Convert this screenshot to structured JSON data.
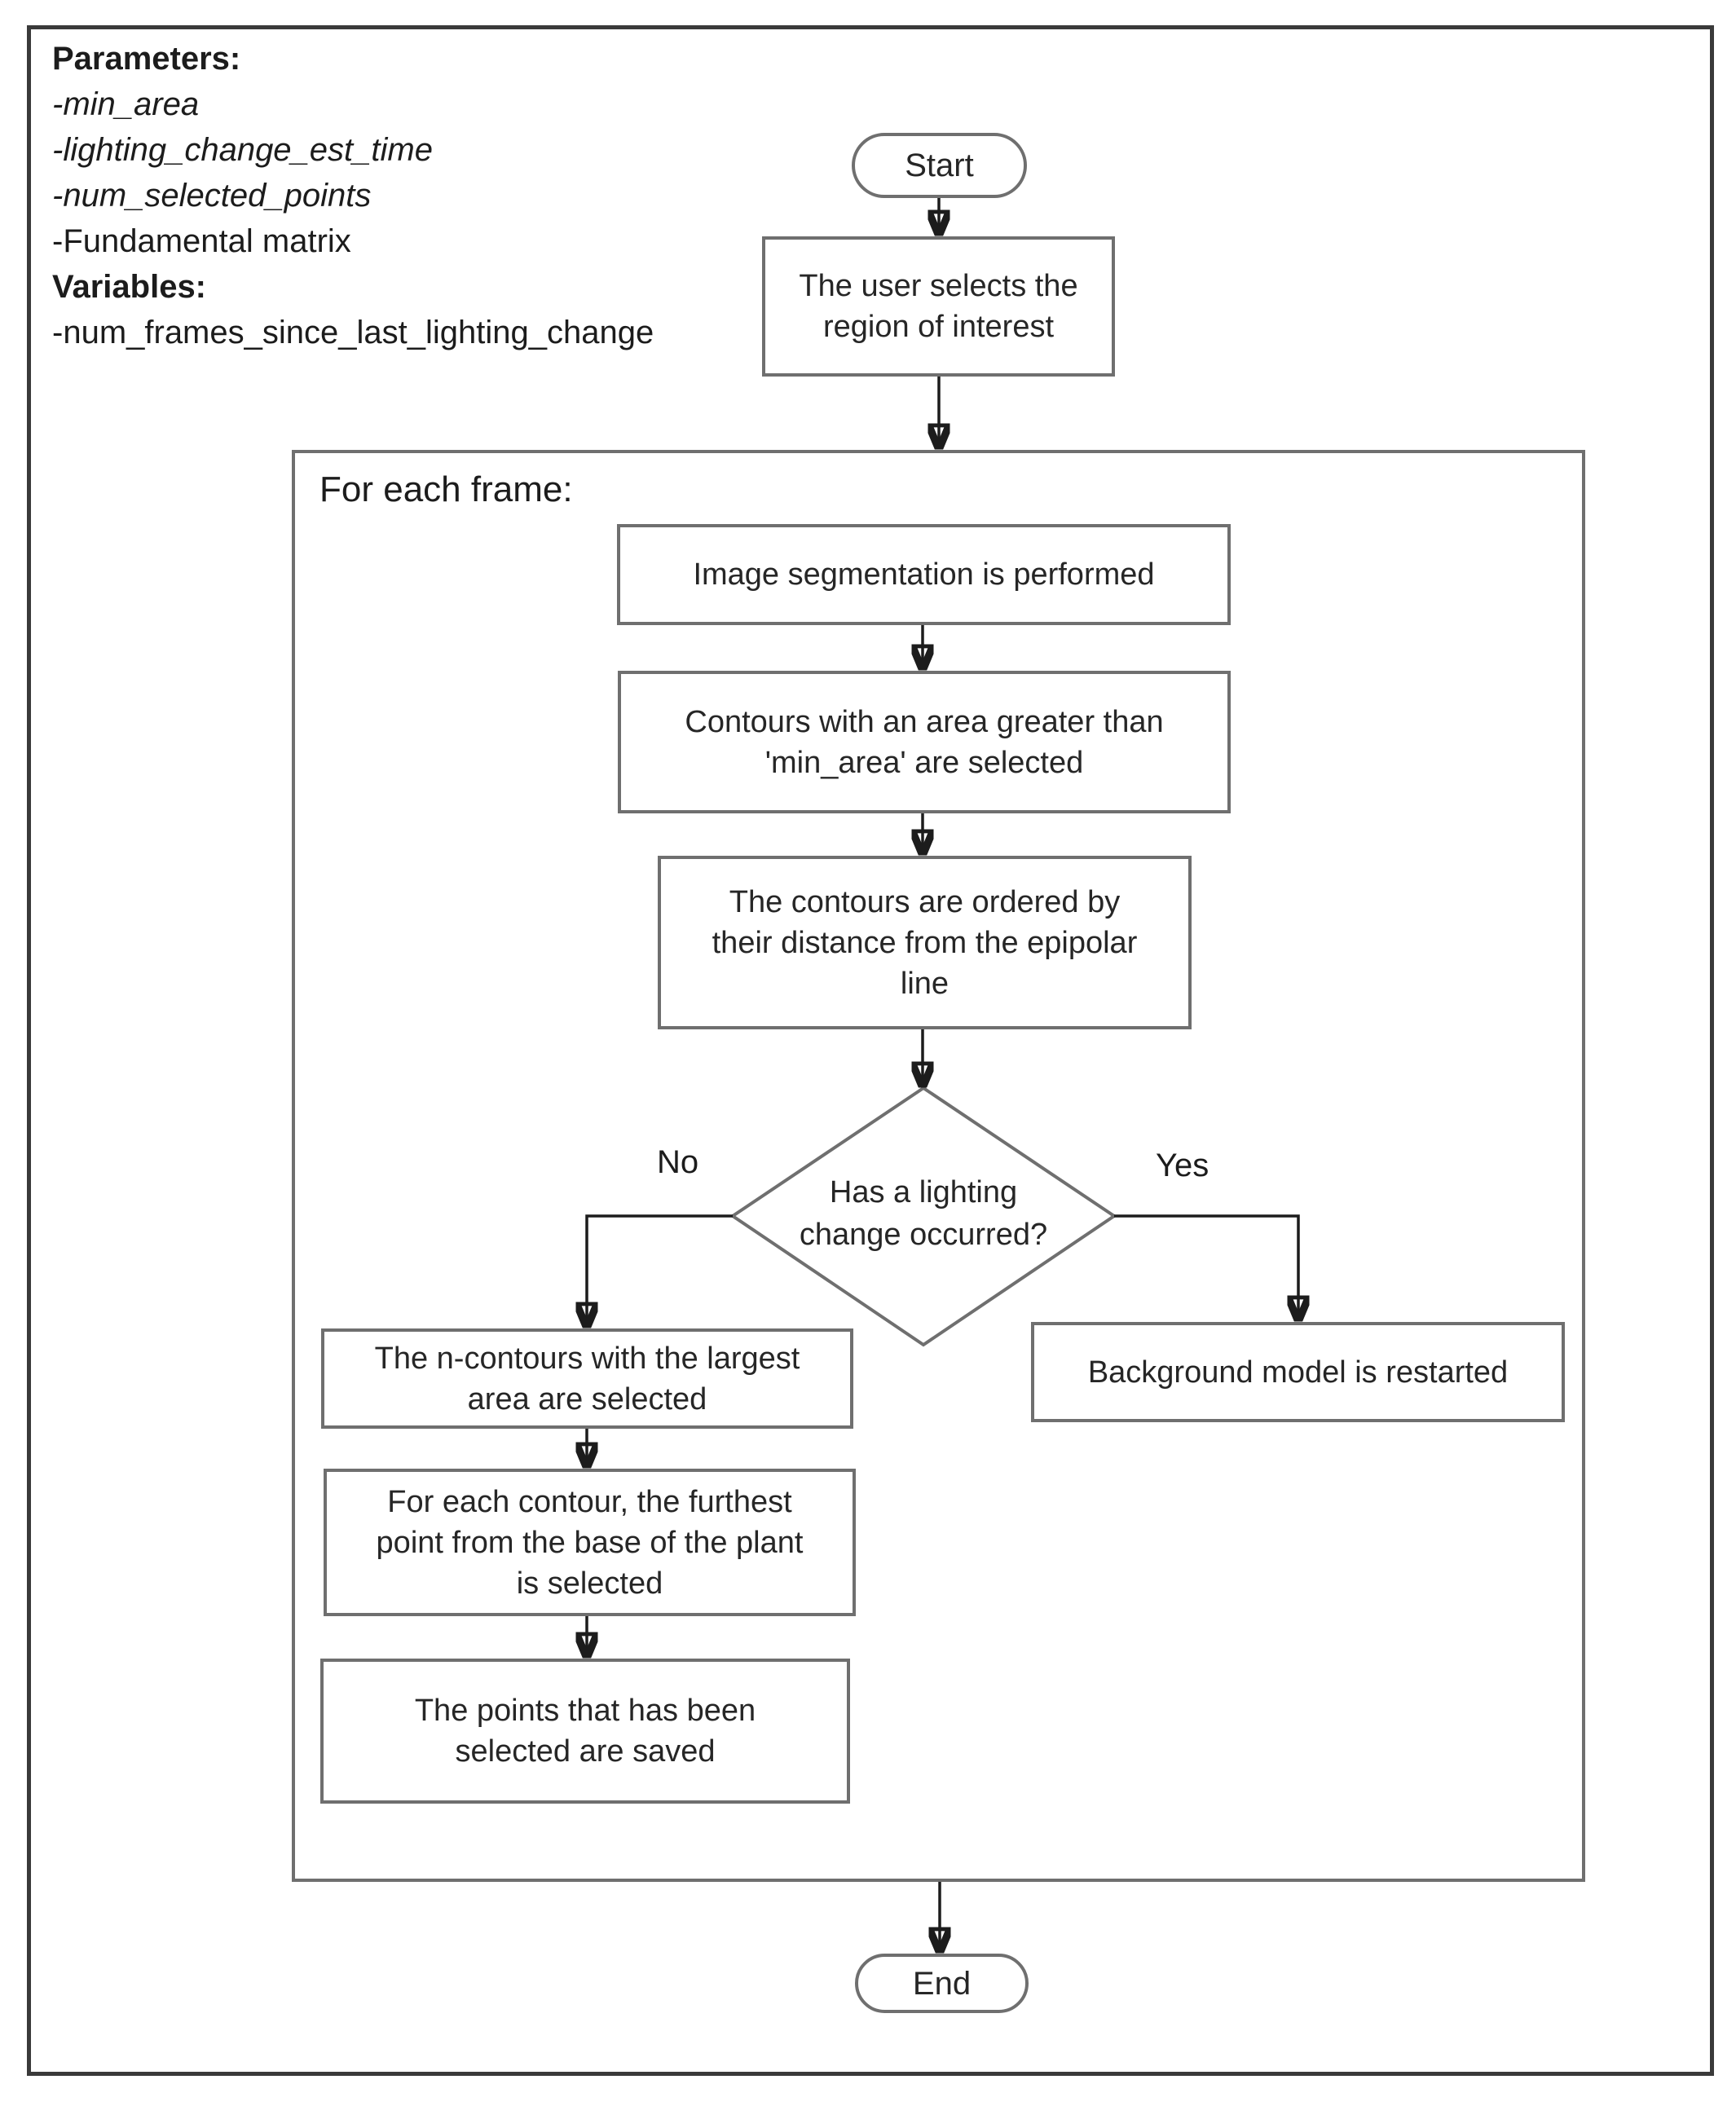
{
  "colors": {
    "background": "#ffffff",
    "page_border": "#3a3a3a",
    "shape_border": "#6f6f6f",
    "arrow": "#1c1c1c",
    "text": "#262626"
  },
  "legend": {
    "parameters_heading": "Parameters:",
    "parameters": [
      "-min_area",
      "-lighting_change_est_time",
      "-num_selected_points",
      "-Fundamental matrix"
    ],
    "variables_heading": "Variables:",
    "variables": [
      "-num_frames_since_last_lighting_change"
    ]
  },
  "flow": {
    "start_label": "Start",
    "end_label": "End",
    "loop_label": "For each frame:",
    "branch_labels": {
      "no": "No",
      "yes": "Yes"
    },
    "nodes": {
      "select_roi": "The user selects the\nregion of interest",
      "segmentation": "Image segmentation is performed",
      "contours_min_area": "Contours with an area greater than\n'min_area' are selected",
      "contours_ordered": "The contours are ordered by\ntheir distance from the epipolar\nline",
      "lighting_decision": "Has a lighting\nchange occurred?",
      "n_contours": "The n-contours with the largest\narea are selected",
      "furthest_point": "For each contour, the furthest\npoint from the base of the plant\nis selected",
      "points_saved": "The points that has been\nselected are saved",
      "background_restart": "Background model is restarted"
    }
  }
}
